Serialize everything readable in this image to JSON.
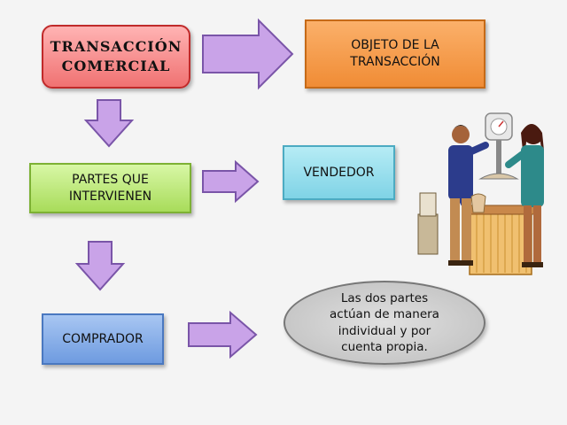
{
  "boxes": {
    "transaccion": {
      "line1": "TRANSACCIÓN",
      "line2": "COMERCIAL"
    },
    "objeto": {
      "line1": "OBJETO DE LA",
      "line2": "TRANSACCIÓN"
    },
    "partes": {
      "line1": "PARTES QUE",
      "line2": "INTERVIENEN"
    },
    "vendedor": {
      "label": "VENDEDOR"
    },
    "comprador": {
      "label": "COMPRADOR"
    }
  },
  "note": {
    "line1": "Las dos partes",
    "line2": "actúan de manera",
    "line3": "individual y por",
    "line4": "cuenta propia."
  },
  "colors": {
    "arrow_fill": "#c9a3e8",
    "arrow_stroke": "#7a55a8"
  },
  "icons": [
    "shop-scene-illustration"
  ]
}
